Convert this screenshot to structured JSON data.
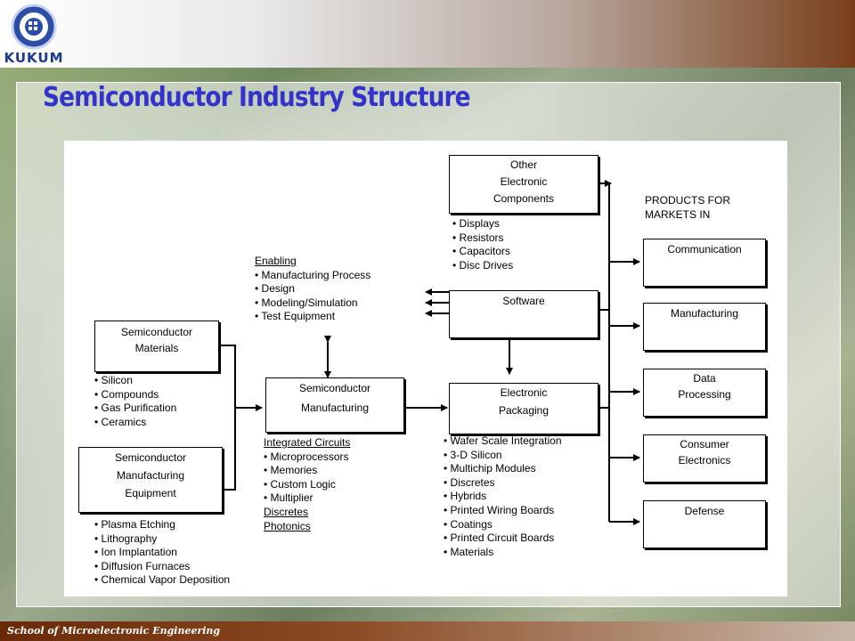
{
  "header": {
    "logo_text": "KUKUM",
    "title": "Semiconductor Industry Structure"
  },
  "footer": {
    "text": "School of Microelectronic Engineering"
  },
  "diagram": {
    "boxes": {
      "materials": {
        "line1": "Semiconductor",
        "line2": "Materials"
      },
      "equipment": {
        "line1": "Semiconductor",
        "line2": "Manufacturing",
        "line3": "Equipment"
      },
      "manufacturing": {
        "line1": "Semiconductor",
        "line2": "Manufacturing"
      },
      "other": {
        "line1": "Other",
        "line2": "Electronic",
        "line3": "Components"
      },
      "software": {
        "line1": "Software"
      },
      "packaging": {
        "line1": "Electronic",
        "line2": "Packaging"
      },
      "communication": {
        "line1": "Communication"
      },
      "manufacturing_market": {
        "line1": "Manufacturing"
      },
      "data_processing": {
        "line1": "Data",
        "line2": "Processing"
      },
      "consumer": {
        "line1": "Consumer",
        "line2": "Electronics"
      },
      "defense": {
        "line1": "Defense"
      }
    },
    "products_heading": {
      "line1": "PRODUCTS FOR",
      "line2": "MARKETS IN"
    },
    "enabling": {
      "heading": "Enabling",
      "items": [
        "• Manufacturing Process",
        "• Design",
        "• Modeling/Simulation",
        "• Test Equipment"
      ]
    },
    "other_list": [
      "• Displays",
      "• Resistors",
      "• Capacitors",
      "• Disc Drives"
    ],
    "materials_list": [
      "• Silicon",
      "• Compounds",
      "• Gas Purification",
      "• Ceramics"
    ],
    "equipment_list": [
      "• Plasma Etching",
      "• Lithography",
      "• Ion Implantation",
      "• Diffusion Furnaces",
      "• Chemical Vapor Deposition"
    ],
    "ic": {
      "heading": "Integrated Circuits",
      "items": [
        "• Microprocessors",
        "• Memories",
        "• Custom Logic",
        "• Multiplier"
      ],
      "discretes": "Discretes",
      "photonics": "Photonics"
    },
    "packaging_list": [
      "• Wafer Scale Integration",
      "• 3-D Silicon",
      "• Multichip Modules",
      "• Discretes",
      "• Hybrids",
      "• Printed Wiring Boards",
      "• Coatings",
      "• Printed Circuit Boards",
      "• Materials"
    ]
  }
}
